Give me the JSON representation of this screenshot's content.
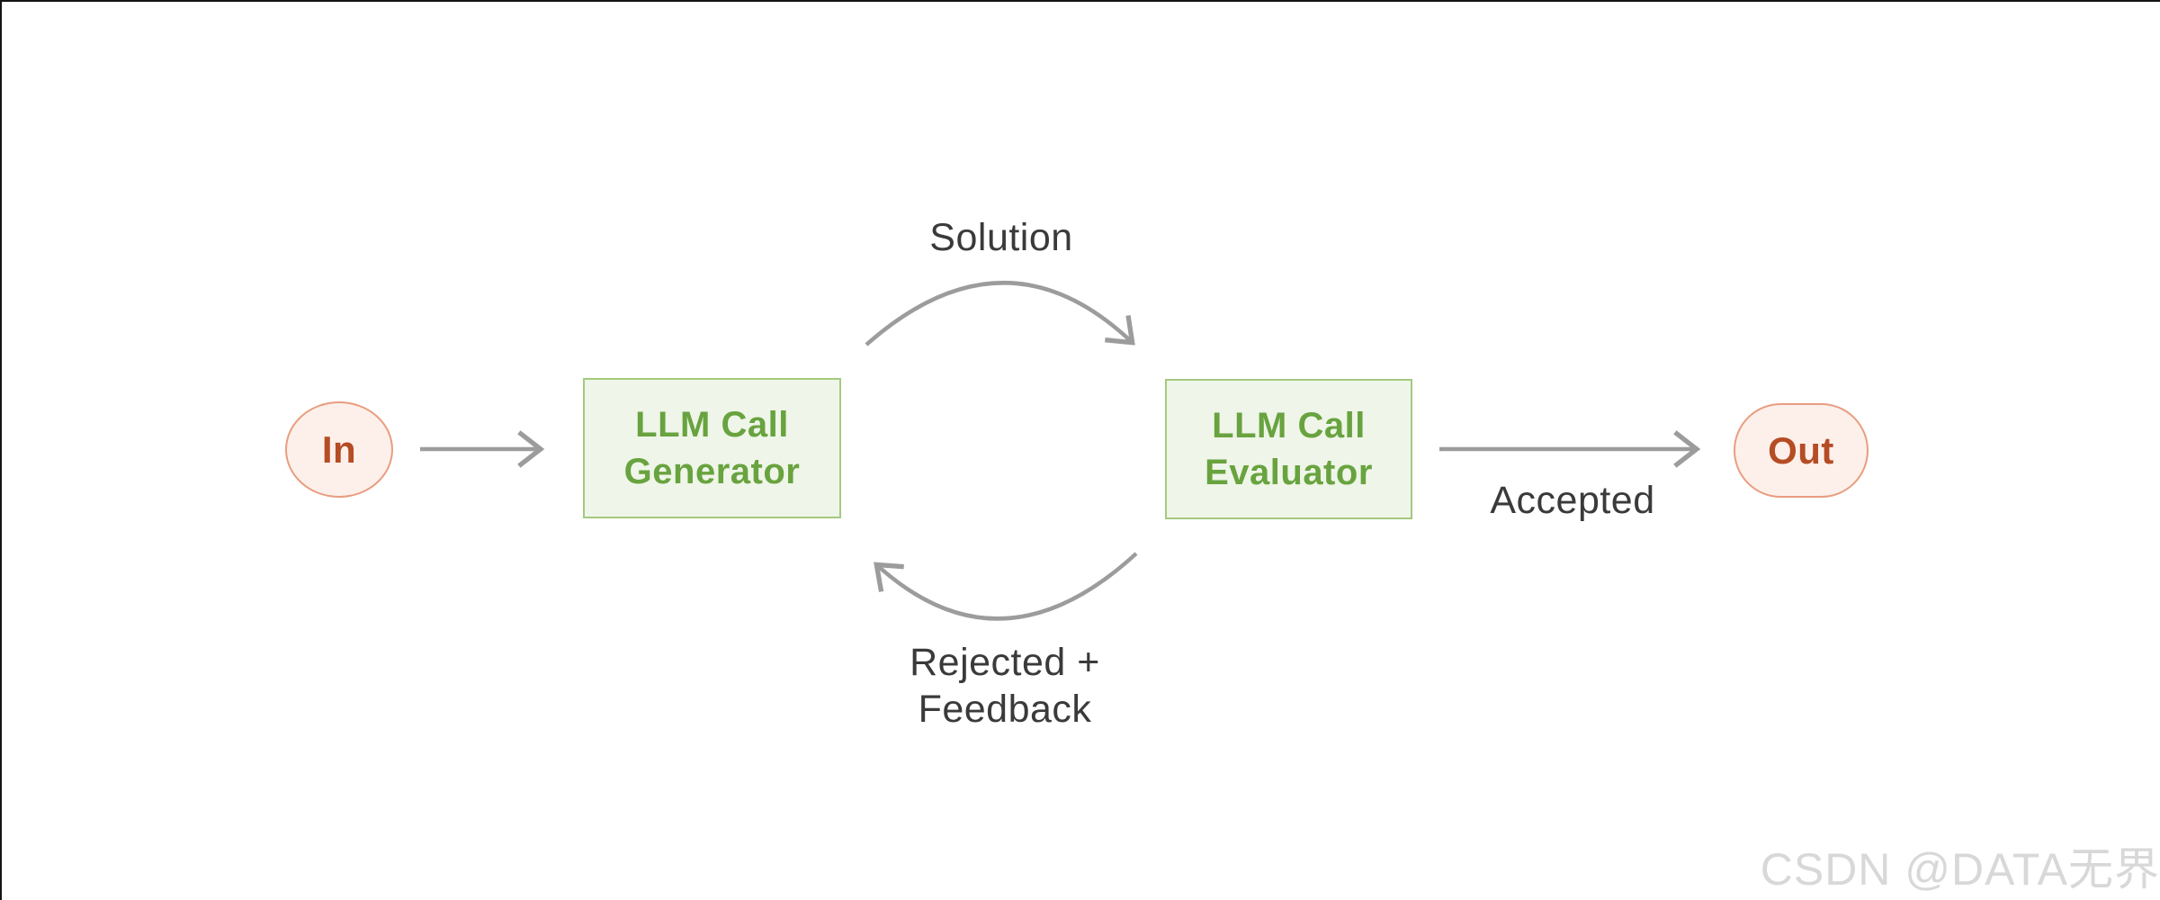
{
  "diagram": {
    "nodes": {
      "input": {
        "label": "In"
      },
      "generator": {
        "label_line1": "LLM Call",
        "label_line2": "Generator"
      },
      "evaluator": {
        "label_line1": "LLM Call",
        "label_line2": "Evaluator"
      },
      "output": {
        "label": "Out"
      }
    },
    "edge_labels": {
      "solution": "Solution",
      "accepted": "Accepted",
      "rejected_line1": "Rejected +",
      "rejected_line2": "Feedback"
    },
    "colors": {
      "llm_box_fill": "#eff5e8",
      "llm_box_border": "#a5c97f",
      "llm_box_text": "#68a33f",
      "terminal_fill": "#fdf0ea",
      "terminal_border": "#e99d80",
      "terminal_text": "#b54c24",
      "arrow": "#9c9c9c",
      "edge_label_text": "#3a3a3a",
      "frame_line": "#141414",
      "watermark_text": "#d8d8d8"
    }
  },
  "watermark": {
    "text": "CSDN @DATA无界"
  }
}
